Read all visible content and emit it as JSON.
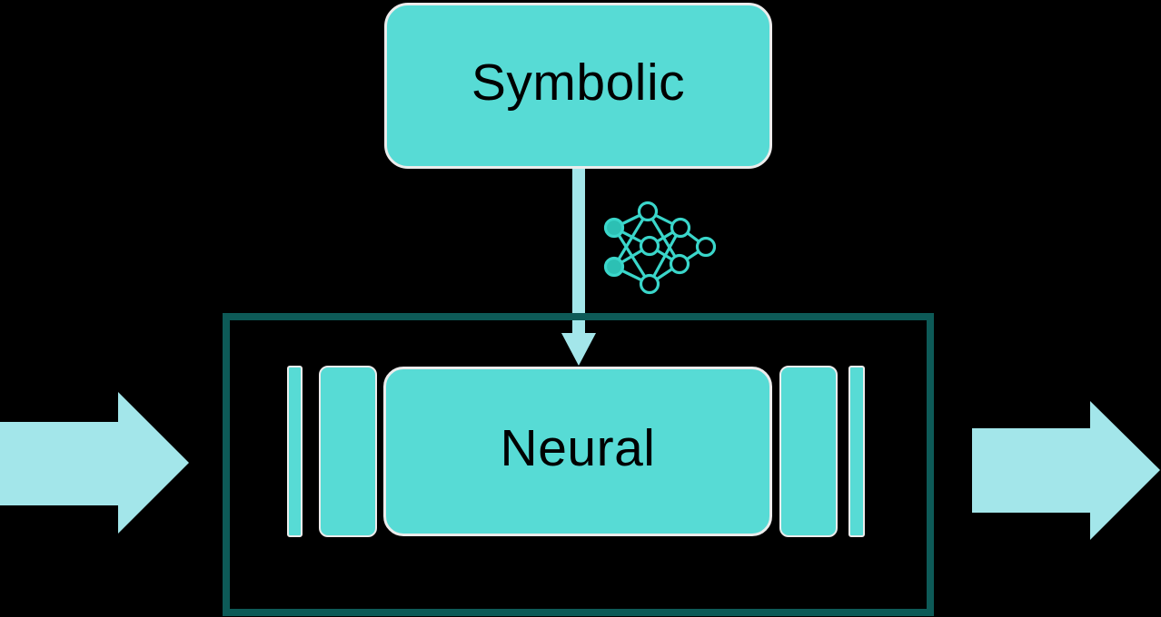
{
  "labels": {
    "symbolic": "Symbolic",
    "neural": "Neural"
  },
  "icons": {
    "neural_network": "neural-network-icon",
    "down_arrow": "down-arrow",
    "input_arrow": "left-input-arrow",
    "output_arrow": "right-output-arrow"
  },
  "colors": {
    "background": "#000000",
    "shape_fill": "#57DBD5",
    "shape_border": "#ECECEC",
    "flow_arrow": "#A3E6EA",
    "container_border": "#0D5A57",
    "icon_stroke": "#3AD6CA",
    "icon_node_fill": "#2CC0B4",
    "label_text": "#000000"
  }
}
